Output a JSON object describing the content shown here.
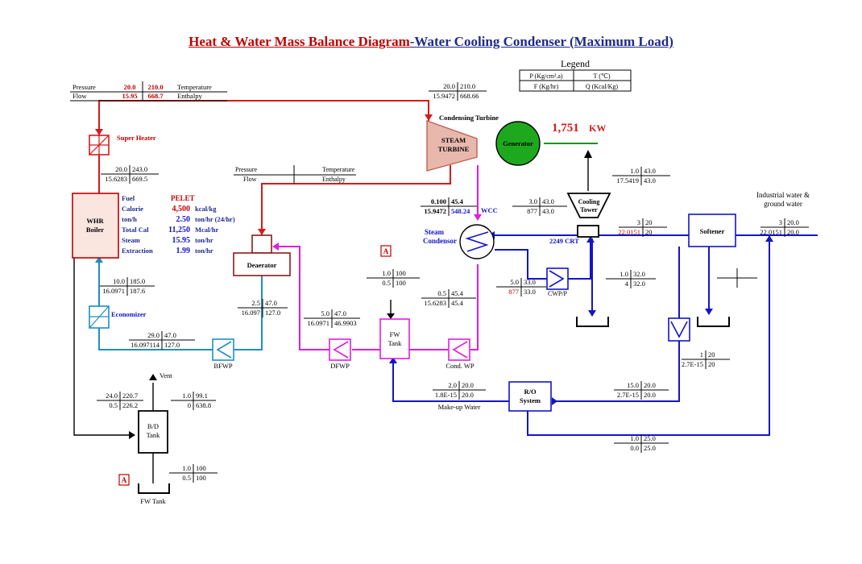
{
  "title": {
    "part1": "Heat & Water Mass Balance Diagram",
    "part2": "-Water Cooling Condenser (Maximum Load)"
  },
  "legend": {
    "heading": "Legend",
    "c1": "P (Kg/cm².a)",
    "c2": "T (℃)",
    "c3": "F (Kg/hr)",
    "c4": "Q (Kcal/Kg)"
  },
  "top_left": {
    "pressure_label": "Pressure",
    "flow_label": "Flow",
    "p": "20.0",
    "t": "210.0",
    "f": "15.95",
    "q": "668.7",
    "temp_label": "Temperature",
    "enth_label": "Enthalpy"
  },
  "turbine_in": {
    "p": "20.0",
    "t": "210.0",
    "f": "15.9472",
    "q": "668.66"
  },
  "condensing_turbine_label": "Condensing Turbine",
  "steam_turbine_label": [
    "STEAM",
    "TURBINE"
  ],
  "generator_label": "Generator",
  "power": {
    "value": "1,751",
    "unit": "KW"
  },
  "super_heater_label": "Super Heater",
  "sh_out": {
    "p": "20.0",
    "t": "243.0",
    "f": "15.6283",
    "q": "669.5"
  },
  "mid_legend": {
    "pressure": "Pressure",
    "temperature": "Temperature",
    "flow": "Flow",
    "enthalpy": "Enthalpy"
  },
  "whr_boiler_label": [
    "WHR",
    "Boiler"
  ],
  "boiler_info": {
    "labels": [
      "Fuel",
      "Calorie",
      "ton/h",
      "Total Cal",
      "Steam",
      "Extraction"
    ],
    "values": [
      "PELET",
      "4,500",
      "2.50",
      "11,250",
      "15.95",
      "1.99"
    ],
    "units": [
      "",
      "kcal/kg",
      "ton/hr (24/hr)",
      "Mcal/hr",
      "ton/hr",
      "ton/hr"
    ]
  },
  "turbine_out": {
    "p": "0.100",
    "t": "45.4",
    "f": "15.9472",
    "q": "548.24"
  },
  "wcc_label": "WCC",
  "ct_top": {
    "p": "1.0",
    "t": "43.0",
    "f": "17.5419",
    "q": "43.0"
  },
  "ct_in": {
    "p": "3.0",
    "t": "43.0",
    "f": "877",
    "q": "43.0"
  },
  "cooling_tower_label": [
    "Cooling",
    "Tower"
  ],
  "crt_label": "2249 CRT",
  "industrial_label": [
    "Industrial water &",
    "ground water"
  ],
  "ct_makeup": {
    "p": "3",
    "t": "20",
    "f": "22.0151",
    "q": "20"
  },
  "softener_label": "Softener",
  "gw_in": {
    "p": "3",
    "t": "20.0",
    "f": "22.0151",
    "q": "20.0"
  },
  "steam_condenser_label": [
    "Steam",
    "Condensor"
  ],
  "deaerator_label": "Deaerator",
  "marker_a": "A",
  "fw_a": {
    "p": "1.0",
    "t": "100",
    "f": "0.5",
    "q": "100"
  },
  "cwp_out": {
    "p": "1.0",
    "t": "32.0",
    "f": "4",
    "q": "32.0"
  },
  "cwp_in": {
    "p": "5.0",
    "t": "33.0",
    "f": "877",
    "q": "33.0"
  },
  "cwp_label": "CWP/P",
  "cond_out": {
    "p": "0.5",
    "t": "45.4",
    "f": "15.6283",
    "q": "45.4"
  },
  "boiler_in": {
    "p": "10.0",
    "t": "185.0",
    "f": "16.0971",
    "q": "187.6"
  },
  "economizer_label": "Economizer",
  "deaer_out": {
    "p": "2.5",
    "t": "47.0",
    "f": "16.097",
    "q": "127.0"
  },
  "dfwp_out": {
    "p": "5.0",
    "t": "47.0",
    "f": "16.0971",
    "q": "46.9903"
  },
  "fw_tank_label": [
    "FW",
    "Tank"
  ],
  "bfwp_out": {
    "p": "29.0",
    "t": "47.0",
    "f": "16.097114",
    "q": "127.0"
  },
  "bfwp_label": "BFWP",
  "dfwp_label": "DFWP",
  "cond_wp_label": "Cond. WP",
  "softener_out": {
    "p": "1",
    "t": "20",
    "f": "2.7E-15",
    "q": "20"
  },
  "vent_label": "Vent",
  "bd_in": {
    "p": "24.0",
    "t": "220.7",
    "f": "0.5",
    "q": "226.2"
  },
  "vent_data": {
    "p": "1.0",
    "t": "99.1",
    "f": "0",
    "q": "638.8"
  },
  "bd_tank_label": [
    "B/D",
    "Tank"
  ],
  "makeup": {
    "p": "2.0",
    "t": "20.0",
    "f": "1.8E-15",
    "q": "20.0"
  },
  "makeup_label": "Make-up Water",
  "ro_label": [
    "R/O",
    "System"
  ],
  "ro_in": {
    "p": "15.0",
    "t": "20.0",
    "f": "2.7E-15",
    "q": "20.0"
  },
  "ro_reject": {
    "p": "1.0",
    "t": "25.0",
    "f": "0.0",
    "q": "25.0"
  },
  "bd_out": {
    "p": "1.0",
    "t": "100",
    "f": "0.5",
    "q": "100"
  },
  "fw_tank_bottom_label": "FW Tank",
  "colors": {
    "red": "#c00000",
    "steam": "#d61a1a",
    "blue": "#1414c8",
    "cyan": "#1f8fc0",
    "magenta": "#e01ee0",
    "green": "#1f8f1f",
    "dark_blue": "#1f2a8a"
  }
}
